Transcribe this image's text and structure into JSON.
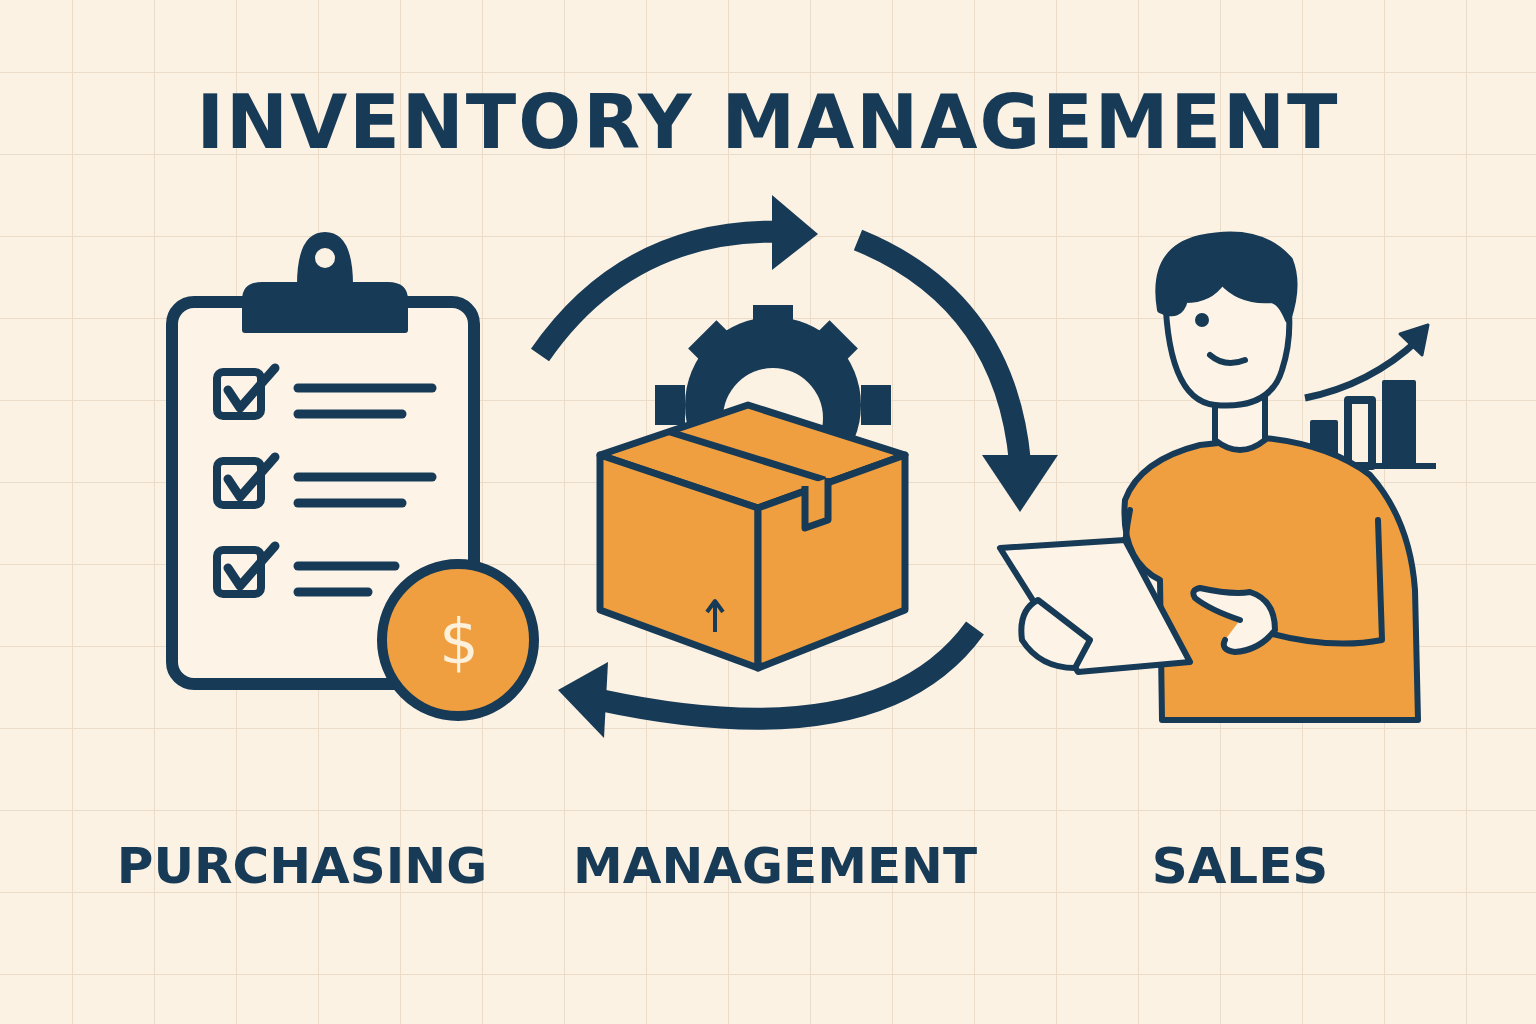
{
  "diagram": {
    "title": "INVENTORY MANAGEMENT",
    "labels": [
      "$",
      "PURCHASING",
      "MANAGEMENT",
      "SALES"
    ]
  }
}
